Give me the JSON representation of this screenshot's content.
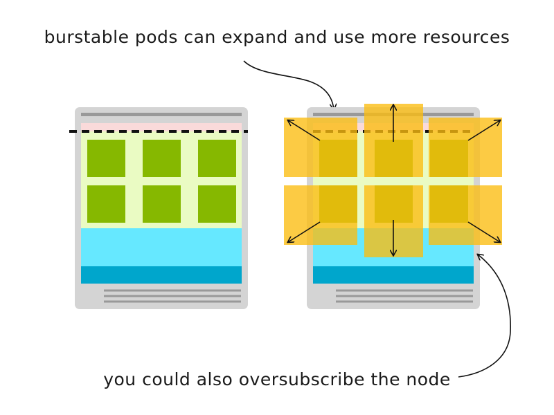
{
  "annotations": {
    "top": "burstable pods can expand and use more resources",
    "bottom": "you could also oversubscribe the node"
  },
  "colors": {
    "node_frame": "#d4d4d4",
    "node_lines": "#999999",
    "reserved_strip": "#fadada",
    "allocatable_area": "#eafbc3",
    "pod": "#86b800",
    "system_light": "#66e8ff",
    "system_dark": "#00a6cc",
    "burst_overlay": "#fbbd0f",
    "limit_line": "#111111",
    "arrow": "#111111"
  },
  "left_node": {
    "pods_grid": {
      "rows": 2,
      "cols": 3
    },
    "burstable": false
  },
  "right_node": {
    "pods_grid": {
      "rows": 2,
      "cols": 3
    },
    "burstable": true,
    "expansion_arrows": [
      "up-left",
      "up",
      "up-right",
      "down-left",
      "down",
      "down-right"
    ]
  }
}
